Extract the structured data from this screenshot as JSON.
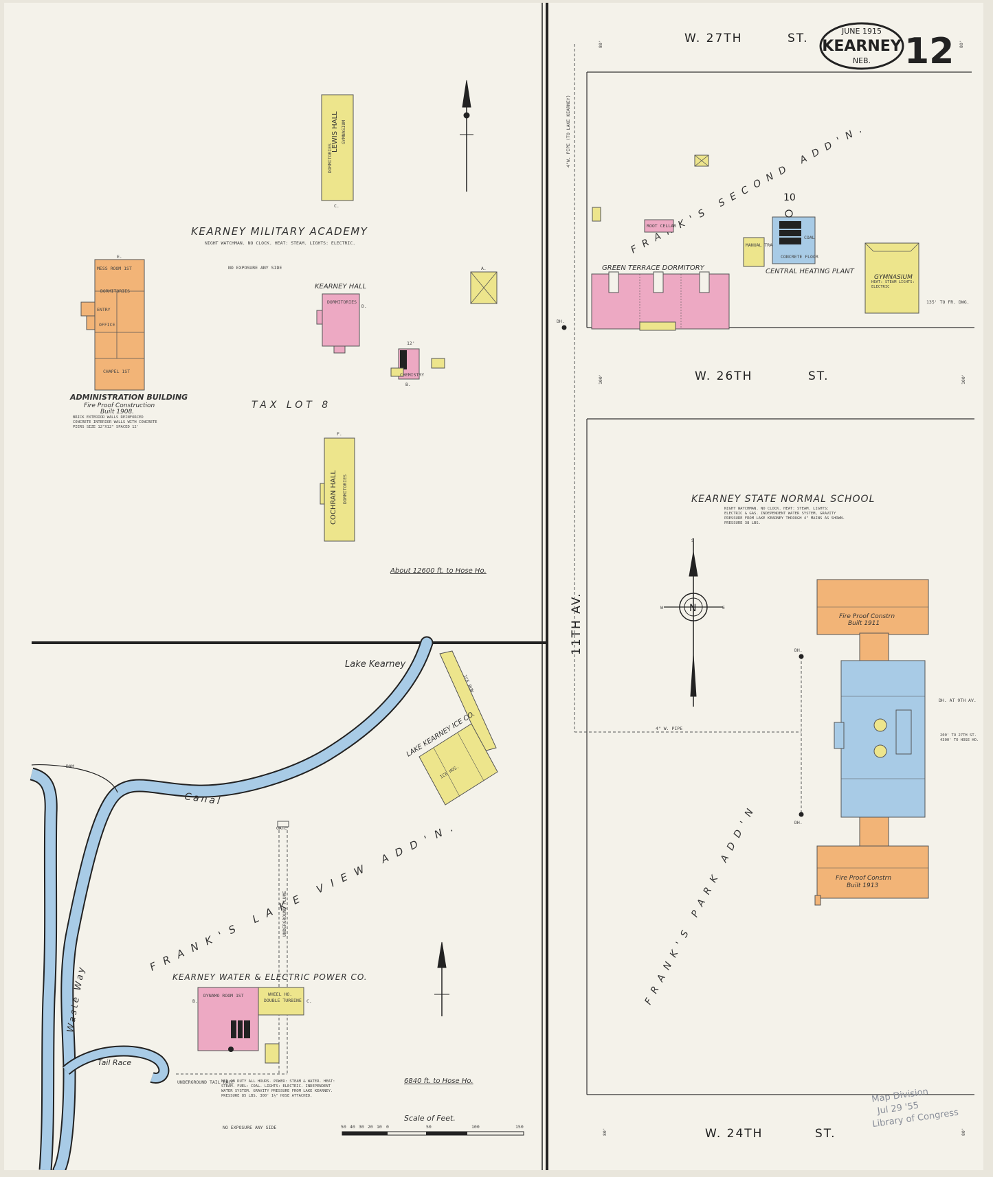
{
  "header": {
    "cartouche": {
      "date": "JUNE 1915",
      "city": "KEARNEY",
      "state": "NEB."
    },
    "sheet_number": "12"
  },
  "streets": {
    "w27": "W. 27TH",
    "w27_st": "ST.",
    "w26": "W. 26TH",
    "w26_st": "ST.",
    "w24": "W. 24TH",
    "w24_st": "ST.",
    "av_11th": "11TH AV.",
    "width_80": "80'",
    "width_100": "100'"
  },
  "academy": {
    "title": "KEARNEY MILITARY ACADEMY",
    "note": "NIGHT WATCHMAN. NO CLOCK. HEAT: STEAM. LIGHTS: ELECTRIC.",
    "exposure": "NO EXPOSURE ANY SIDE",
    "lewis_hall": "LEWIS HALL",
    "lewis_sub": "DORMITORIES",
    "gymnasium_lbl": "GYMNASIUM",
    "kearney_hall": "KEARNEY HALL",
    "kearney_hall_sub": "DORMITORIES",
    "admin": "ADMINISTRATION BUILDING",
    "admin_sub1": "Fire Proof Construction",
    "admin_sub2": "Built 1908.",
    "admin_note": "BRICK EXTERIOR WALLS REINFORCED CONCRETE INTERIOR WALLS WITH CONCRETE PIERS SIZE 12\"X12\" SPACED 12'",
    "mess_room": "MESS ROOM 1ST",
    "dormitories": "DORMITORIES",
    "chapel": "CHAPEL 1ST",
    "office": "OFFICE",
    "entry": "ENTRY",
    "tax_lot": "TAX LOT 8",
    "cochran_hall": "COCHRAN HALL",
    "cochran_sub": "DORMITORIES",
    "hose_distance": "About 12600 ft. to Hose Ho.",
    "dist_12": "12'",
    "chemistry": "CHEMISTRY",
    "letters": [
      "A.",
      "B.",
      "C.",
      "D.",
      "E.",
      "F."
    ]
  },
  "frank_second": {
    "addn": "FRANK'S SECOND ADD'N.",
    "green_terrace": "GREEN TERRACE DORMITORY",
    "central_heating": "CENTRAL HEATING PLANT",
    "gymnasium": "GYMNASIUM",
    "gym_note": "HEAT: STEAM LIGHTS: ELECTRIC",
    "concrete_floor": "CONCRETE FLOOR",
    "coal": "COAL",
    "root_cellar": "ROOT CELLAR",
    "manual_training": "MANUAL TRAINING",
    "number_10": "10",
    "distance_note": "135' TO FR. DWG.",
    "wpipe": "4\"W. PIPE (TO LAKE KEARNEY)"
  },
  "normal_school": {
    "title": "KEARNEY STATE NORMAL SCHOOL",
    "note": "NIGHT WATCHMAN. NO CLOCK. HEAT: STEAM. LIGHTS: ELECTRIC & GAS. INDEPENDENT WATER SYSTEM, GRAVITY PRESSURE FROM LAKE KEARNEY THROUGH 4\" MAINS AS SHOWN. PRESSURE 38 LBS.",
    "park_addn": "FRANK'S PARK ADD'N",
    "fire_proof_1": "Fire Proof Constrn",
    "built_1911": "Built 1911",
    "built_1913": "Built 1913",
    "fire_proof_2": "Fire Proof Constrn",
    "dh": "DH.",
    "wpipe": "4\" W. PIPE",
    "dh_note": "DH. AT 9TH AV.",
    "hose_note": "200' TO 27TH ST. 4300' TO HOSE HO.",
    "compass": {
      "n": "N",
      "s": "S",
      "e": "E",
      "w": "W"
    }
  },
  "lakeview": {
    "lake": "Lake Kearney",
    "canal": "Canal",
    "waste_way": "Waste Way",
    "tail_race": "Tail Race",
    "dam": "DAM",
    "addn": "FRANK'S LAKE VIEW ADD'N.",
    "ice_co": "LAKE KEARNEY ICE CO.",
    "ice_hos": "ICE HOS.",
    "ice_run": "ICE RUN",
    "power_co": "KEARNEY WATER & ELECTRIC POWER CO.",
    "dynamo_room": "DYNAMO ROOM 1ST",
    "wheel_ho": "WHEEL HO.",
    "double_turbine": "DOUBLE TURBINE",
    "power_note": "MEN ON DUTY ALL HOURS. POWER: STEAM & WATER. HEAT: STEAM. FUEL: COAL. LIGHTS: ELECTRIC. INDEPENDENT WATER SYSTEM. GRAVITY PRESSURE FROM LAKE KEARNEY. PRESSURE 85 LBS. 300' 1½\" HOSE ATTACHED.",
    "exposure": "NO EXPOSURE ANY SIDE",
    "hose_distance": "6840 ft. to Hose Ho.",
    "underground_flume": "UNDERGROUND FLUME",
    "underground_tail_race": "UNDERGROUND TAIL RACE",
    "gate": "GATE"
  },
  "scale": {
    "label": "Scale of Feet.",
    "ticks": [
      "50",
      "40",
      "30",
      "20",
      "10",
      "0",
      "50",
      "100",
      "150"
    ]
  },
  "stamp": {
    "line1": "Map Division",
    "line2": "Jul 29 '55",
    "line3": "Library of Congress"
  }
}
